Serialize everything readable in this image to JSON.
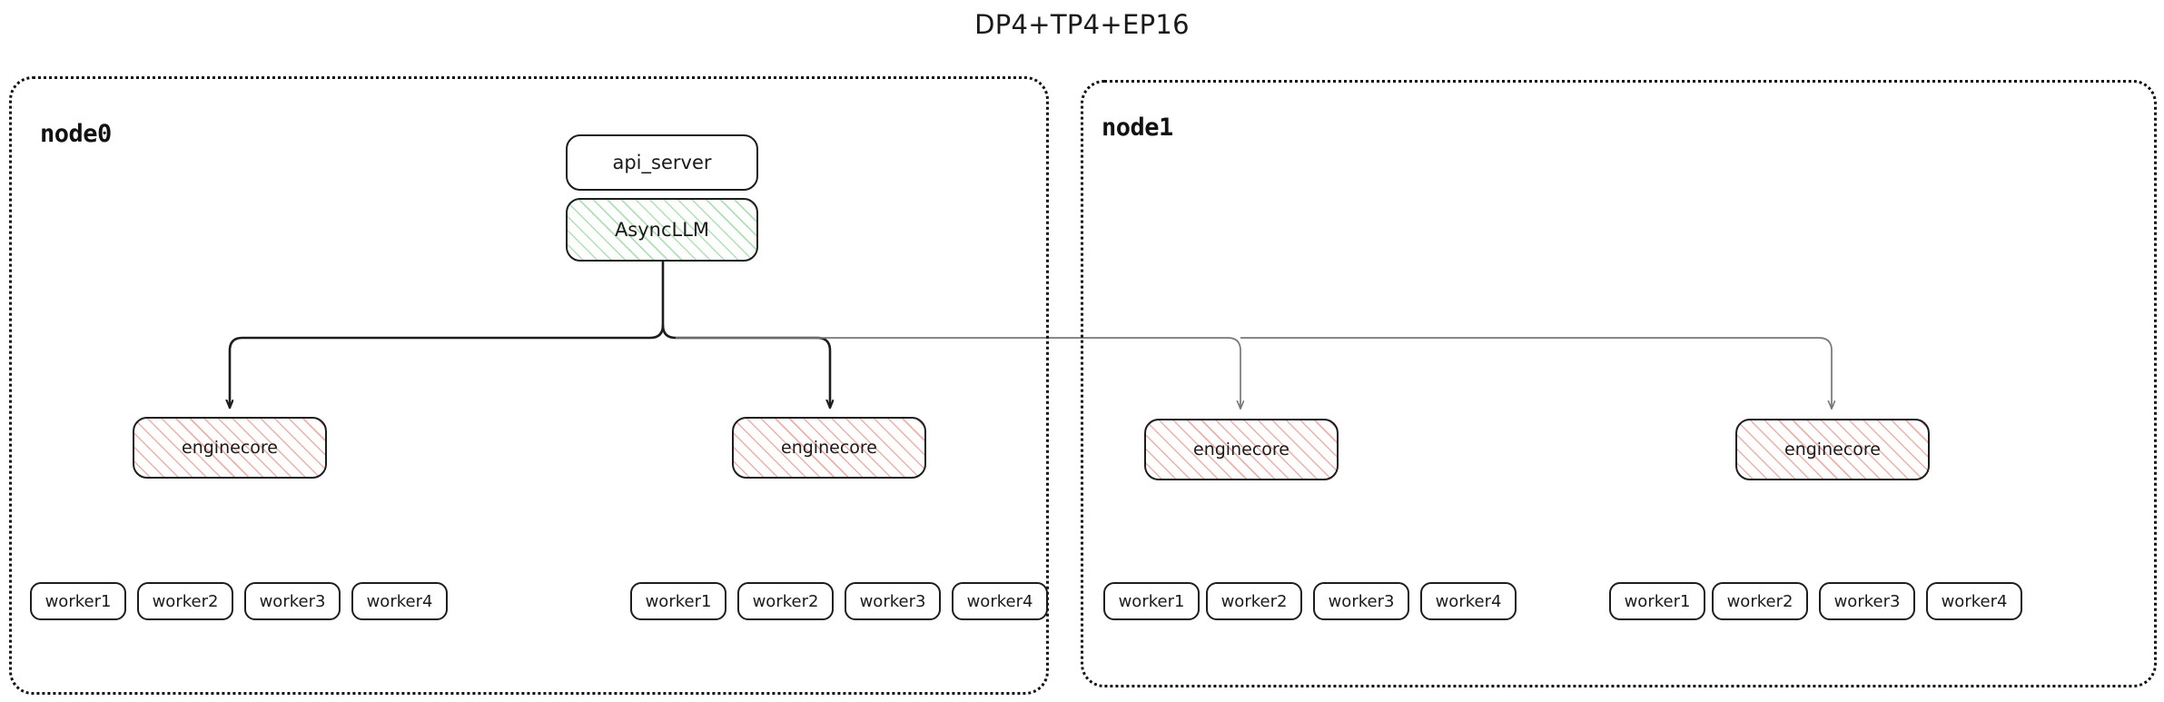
{
  "title": "DP4+TP4+EP16",
  "nodes": [
    {
      "label": "node0",
      "engines": [
        {
          "label": "enginecore"
        },
        {
          "label": "enginecore"
        }
      ],
      "worker_groups": [
        {
          "workers": [
            "worker1",
            "worker2",
            "worker3",
            "worker4"
          ]
        },
        {
          "workers": [
            "worker1",
            "worker2",
            "worker3",
            "worker4"
          ]
        }
      ]
    },
    {
      "label": "node1",
      "engines": [
        {
          "label": "enginecore"
        },
        {
          "label": "enginecore"
        }
      ],
      "worker_groups": [
        {
          "workers": [
            "worker1",
            "worker2",
            "worker3",
            "worker4"
          ]
        },
        {
          "workers": [
            "worker1",
            "worker2",
            "worker3",
            "worker4"
          ]
        }
      ]
    }
  ],
  "frontend": {
    "api_server": "api_server",
    "async_llm": "AsyncLLM"
  },
  "colors": {
    "async_llm_hatch": "#6ec878",
    "enginecore_hatch": "#e9786e",
    "box_border": "#1d1d1d",
    "container_border": "#111111",
    "local_edge": "#1d1d1d",
    "remote_edge": "#777777"
  }
}
